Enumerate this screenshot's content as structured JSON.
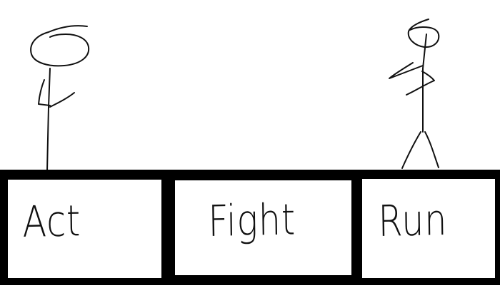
{
  "scene": {
    "player": {
      "icon": "stick-figure-player-icon"
    },
    "enemy": {
      "icon": "stick-figure-enemy-icon"
    }
  },
  "menu": {
    "background_color": "#000000",
    "buttons": [
      {
        "id": "act",
        "label": "Act"
      },
      {
        "id": "fight",
        "label": "Fight"
      },
      {
        "id": "run",
        "label": "Run"
      }
    ]
  }
}
